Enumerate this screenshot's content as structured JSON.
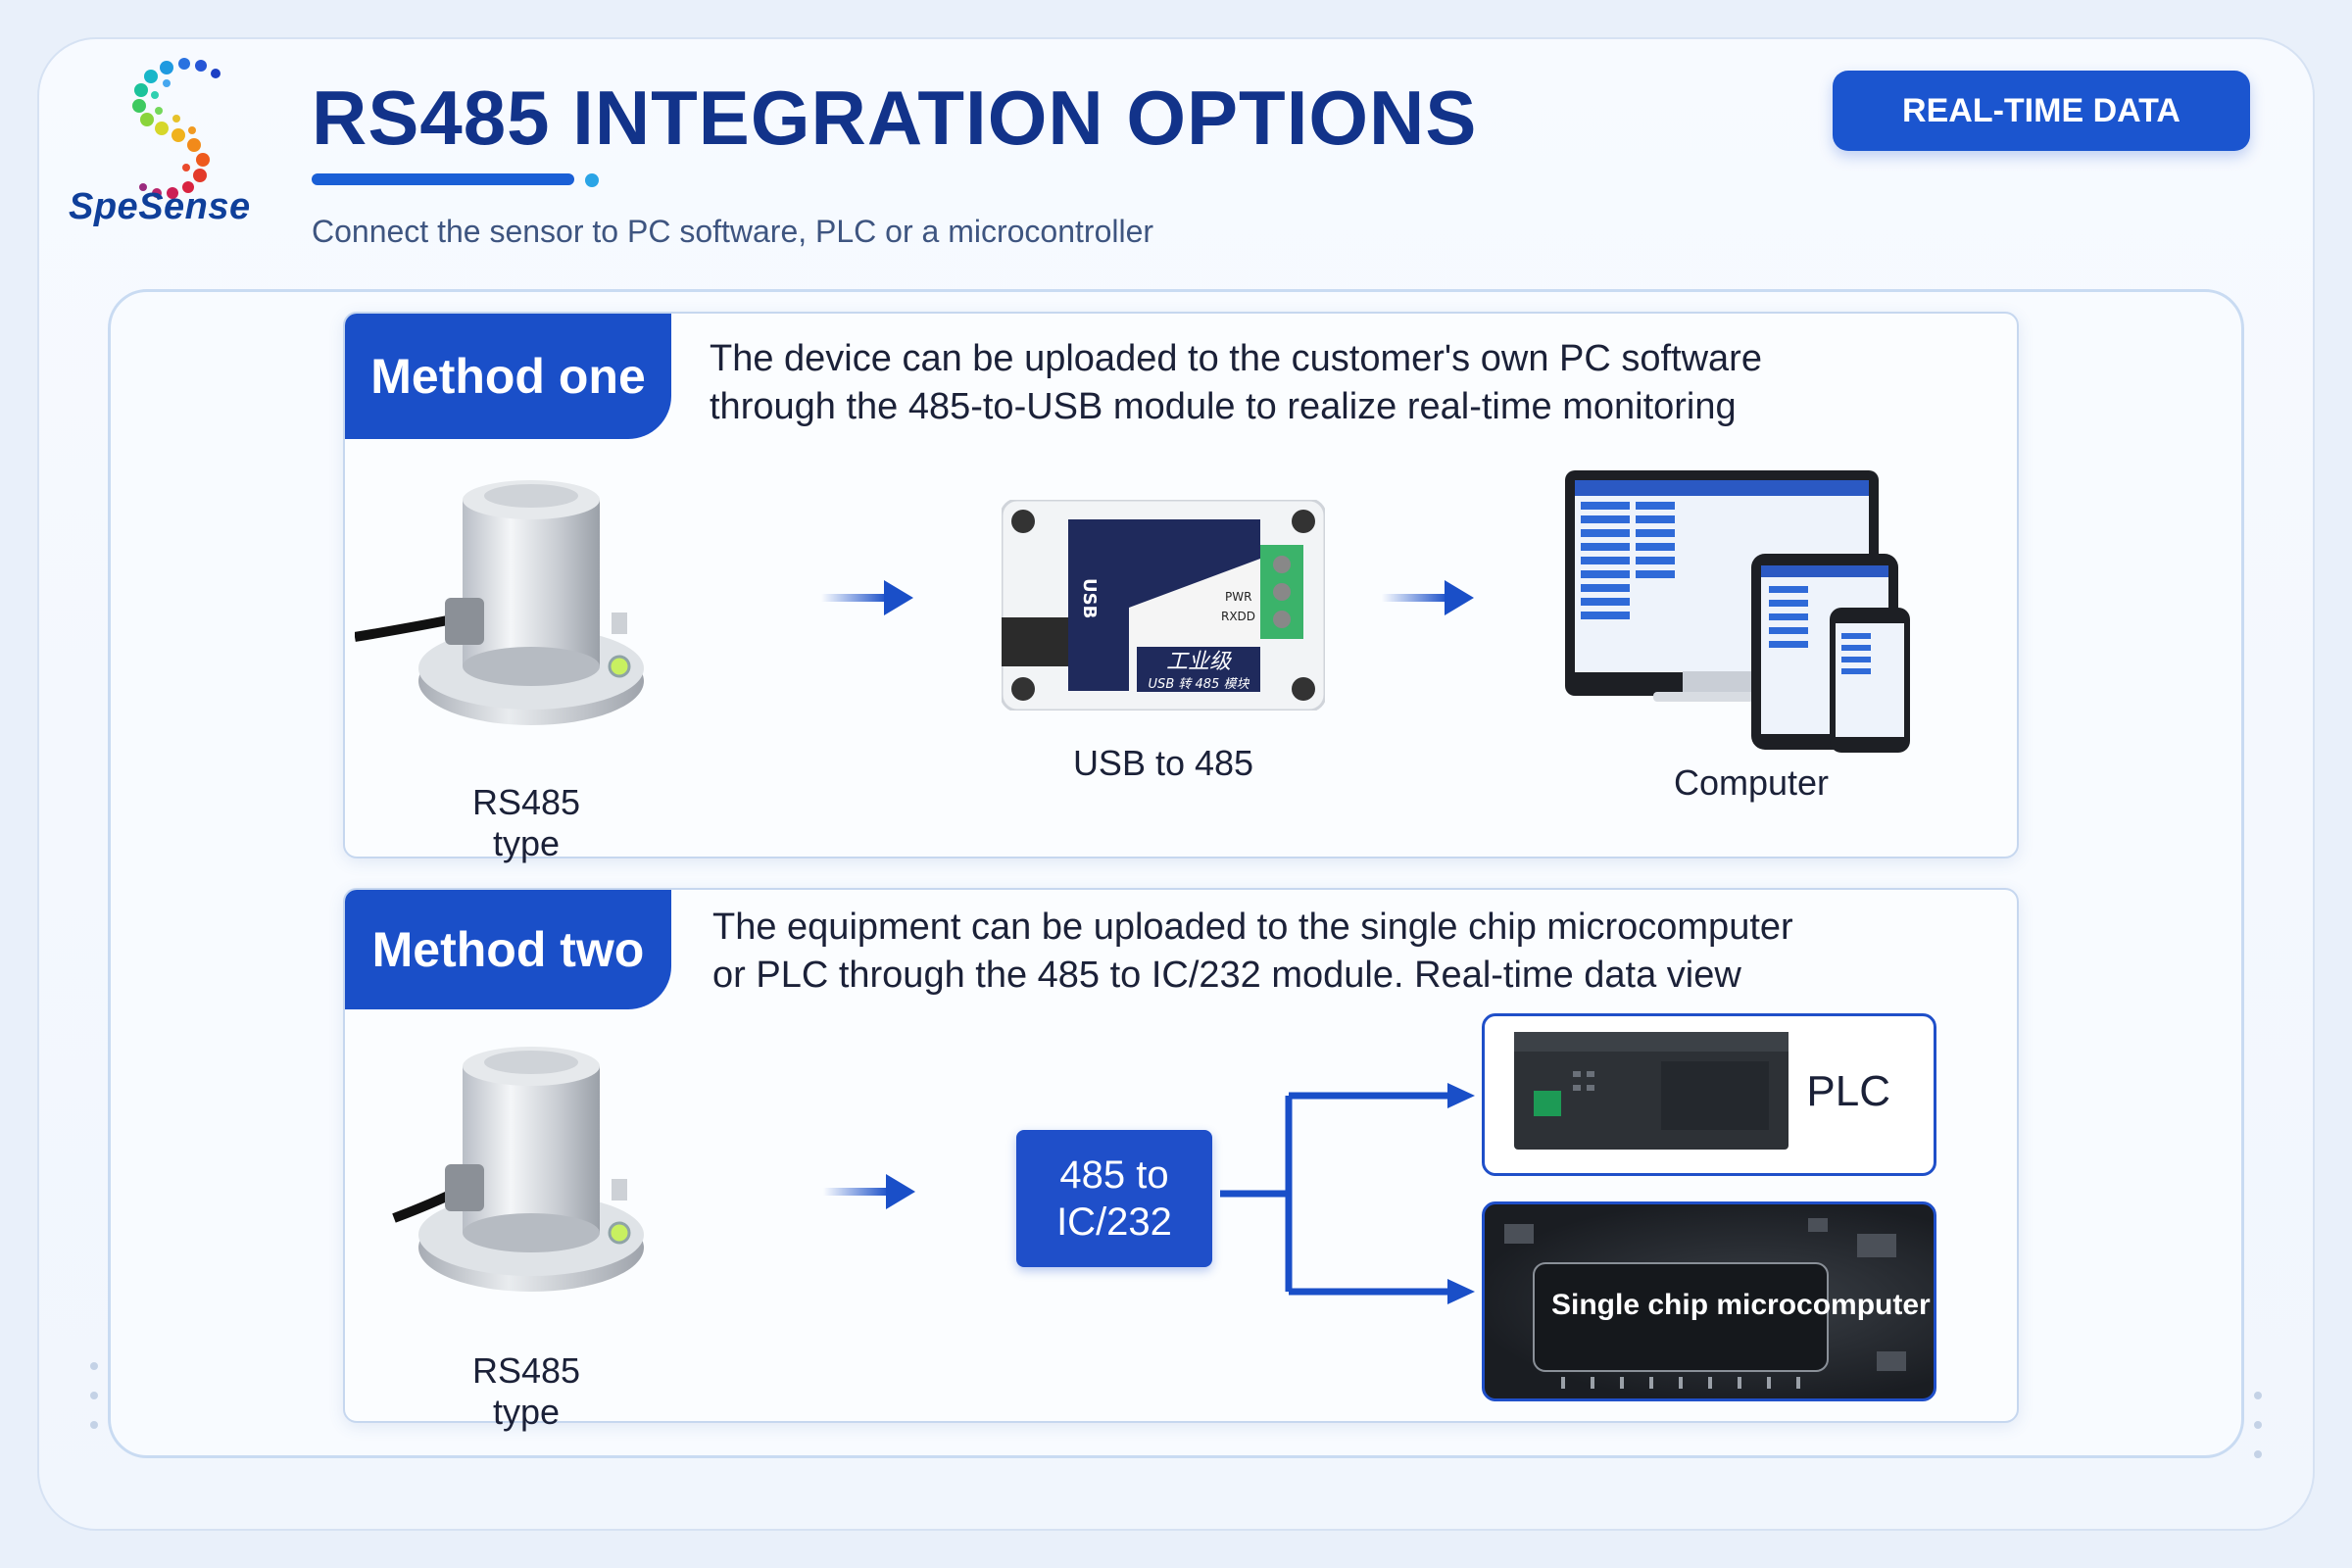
{
  "brand": {
    "name": "SpeSense",
    "logo_icon": "spesense-swirl-logo-icon"
  },
  "header": {
    "title": "RS485 INTEGRATION OPTIONS",
    "subtitle": "Connect the sensor to PC software, PLC or a microcontroller",
    "badge": "REAL-TIME DATA"
  },
  "method_one": {
    "tab": "Method one",
    "description_line1": "The device can be uploaded to the customer's own PC software",
    "description_line2": "through the 485-to-USB module to realize real-time monitoring",
    "sensor_label": "RS485 type",
    "module_label": "USB to 485",
    "computer_label": "Computer",
    "module_text": {
      "usb": "USB",
      "pwr": "PWR",
      "rxdd": "RXDD",
      "grade": "工业级",
      "desc": "USB 转 485 模块"
    }
  },
  "method_two": {
    "tab": "Method two",
    "description_line1": "The equipment can be uploaded to the single chip microcomputer",
    "description_line2": "or PLC through the 485 to IC/232 module. Real-time data view",
    "sensor_label": "RS485 type",
    "module_line1": "485 to",
    "module_line2": "IC/232",
    "plc_label": "PLC",
    "mcu_label": "Single chip microcomputer"
  },
  "colors": {
    "primary": "#1a4fc8",
    "title": "#12338a",
    "accent": "#2aa4e6"
  }
}
